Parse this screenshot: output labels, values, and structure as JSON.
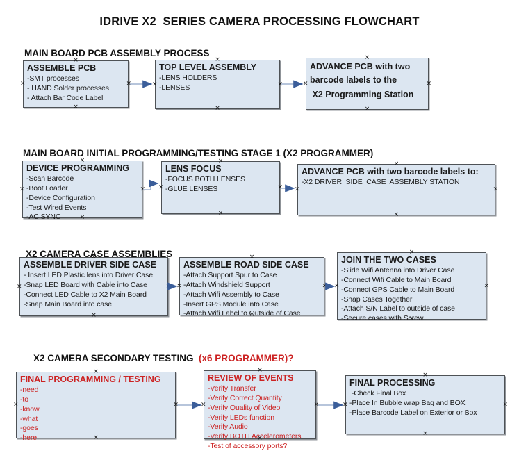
{
  "title": "IDRIVE X2  SERIES CAMERA PROCESSING FLOWCHART",
  "colors": {
    "box_fill": "#dce6f1",
    "box_border": "#4e5256",
    "arrow_line": "#9fb2cf",
    "arrow_head": "#3b5e9a",
    "red_accent": "#cc2222",
    "text": "#1a1a1a"
  },
  "sections": [
    {
      "heading": "MAIN BOARD PCB ASSEMBLY PROCESS",
      "boxes": [
        {
          "title": "ASSEMBLE PCB",
          "items": [
            "-SMT processes",
            "- HAND Solder processes",
            "- Attach Bar Code Label"
          ]
        },
        {
          "title": "TOP LEVEL ASSEMBLY",
          "items": [
            "-LENS HOLDERS",
            "-LENSES"
          ]
        },
        {
          "title": "ADVANCE PCB with two barcode labels to the",
          "items": [
            " X2 Programming Station"
          ]
        }
      ]
    },
    {
      "heading": "MAIN BOARD INITIAL PROGRAMMING/TESTING STAGE 1 (X2 PROGRAMMER)",
      "boxes": [
        {
          "title": "DEVICE PROGRAMMING",
          "items": [
            "-Scan Barcode",
            "-Boot Loader",
            "-Device Configuration",
            "-Test Wired Events",
            "-AC SYNC"
          ]
        },
        {
          "title": "LENS FOCUS",
          "items": [
            "-FOCUS BOTH LENSES",
            "-GLUE LENSES"
          ]
        },
        {
          "title": "ADVANCE PCB with two barcode labels to:",
          "items": [
            "-X2 DRIVER  SIDE  CASE  ASSEMBLY STATION"
          ]
        }
      ]
    },
    {
      "heading": "X2 CAMERA CASE ASSEMBLIES",
      "boxes": [
        {
          "title": "ASSEMBLE DRIVER SIDE CASE",
          "items": [
            "- Insert LED Plastic lens into Driver Case",
            "-Snap LED Board with Cable into Case",
            "-Connect LED Cable to X2 Main Board",
            "-Snap Main Board into case"
          ]
        },
        {
          "title": "ASSEMBLE ROAD SIDE CASE",
          "items": [
            "-Attach Support Spur to Case",
            "-Attach Windshield Support",
            "-Attach Wifi Assembly to Case",
            "-Insert GPS Module into Case",
            "-Attach Wifi Label to Outside of Case"
          ]
        },
        {
          "title": "JOIN THE TWO CASES",
          "items": [
            "-Slide Wifi Antenna into Driver Case",
            "-Connect Wifi Cable to Main Board",
            "-Connect GPS Cable to Main Board",
            "-Snap Cases Together",
            "-Attach S/N Label to outside of case",
            "-Secure cases with Screw"
          ]
        }
      ]
    },
    {
      "heading": "X2 CAMERA SECONDARY TESTING ",
      "heading_red": " (x6 PROGRAMMER)?",
      "boxes": [
        {
          "title": "FINAL PROGRAMMING / TESTING",
          "items": [
            "-need",
            "-to",
            "-know",
            "-what",
            "-goes",
            "-here"
          ]
        },
        {
          "title": "REVIEW OF EVENTS",
          "items": [
            "-Verify Transfer",
            "-Verify Correct Quantity",
            "-Verify Quality of Video",
            "-Verify LEDs function",
            "-Verify Audio",
            "-Verify BOTH Accelerometers",
            "-Test of accessory ports?"
          ]
        },
        {
          "title": "FINAL PROCESSING",
          "items": [
            " -Check Final Box",
            "-Place In Bubble wrap Bag and BOX",
            "-Place Barcode Label on Exterior or Box"
          ]
        }
      ]
    }
  ]
}
